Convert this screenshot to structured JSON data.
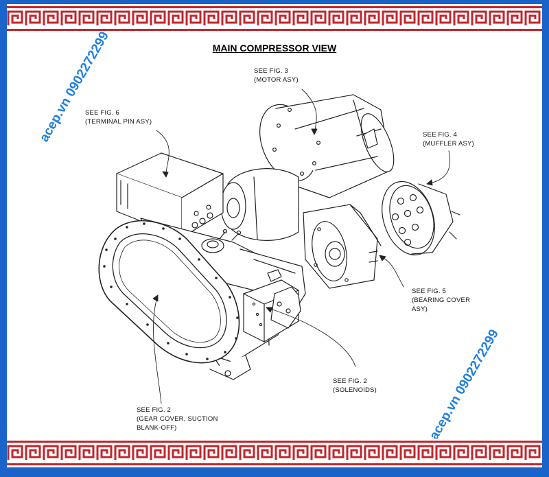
{
  "title": "MAIN COMPRESSOR VIEW",
  "callouts": {
    "fig6": [
      "SEE FIG. 6",
      "(TERMINAL PIN ASY)"
    ],
    "fig3": [
      "SEE FIG. 3",
      "(MOTOR ASY)"
    ],
    "fig4": [
      "SEE FIG. 4",
      "(MUFFLER ASY)"
    ],
    "fig5": [
      "SEE FIG. 5",
      "(BEARING COVER",
      "ASY)"
    ],
    "fig2_solenoids": [
      "SEE FIG. 2",
      "(SOLENOIDS)"
    ],
    "fig2_gear": [
      "SEE FIG. 2",
      "(GEAR COVER, SUCTION",
      "BLANK-OFF)"
    ]
  },
  "watermark": "acep.vn  0902272299",
  "colors": {
    "border": "#1a63c9",
    "pattern": "#c0262c",
    "watermark": "#1f7fe0"
  }
}
